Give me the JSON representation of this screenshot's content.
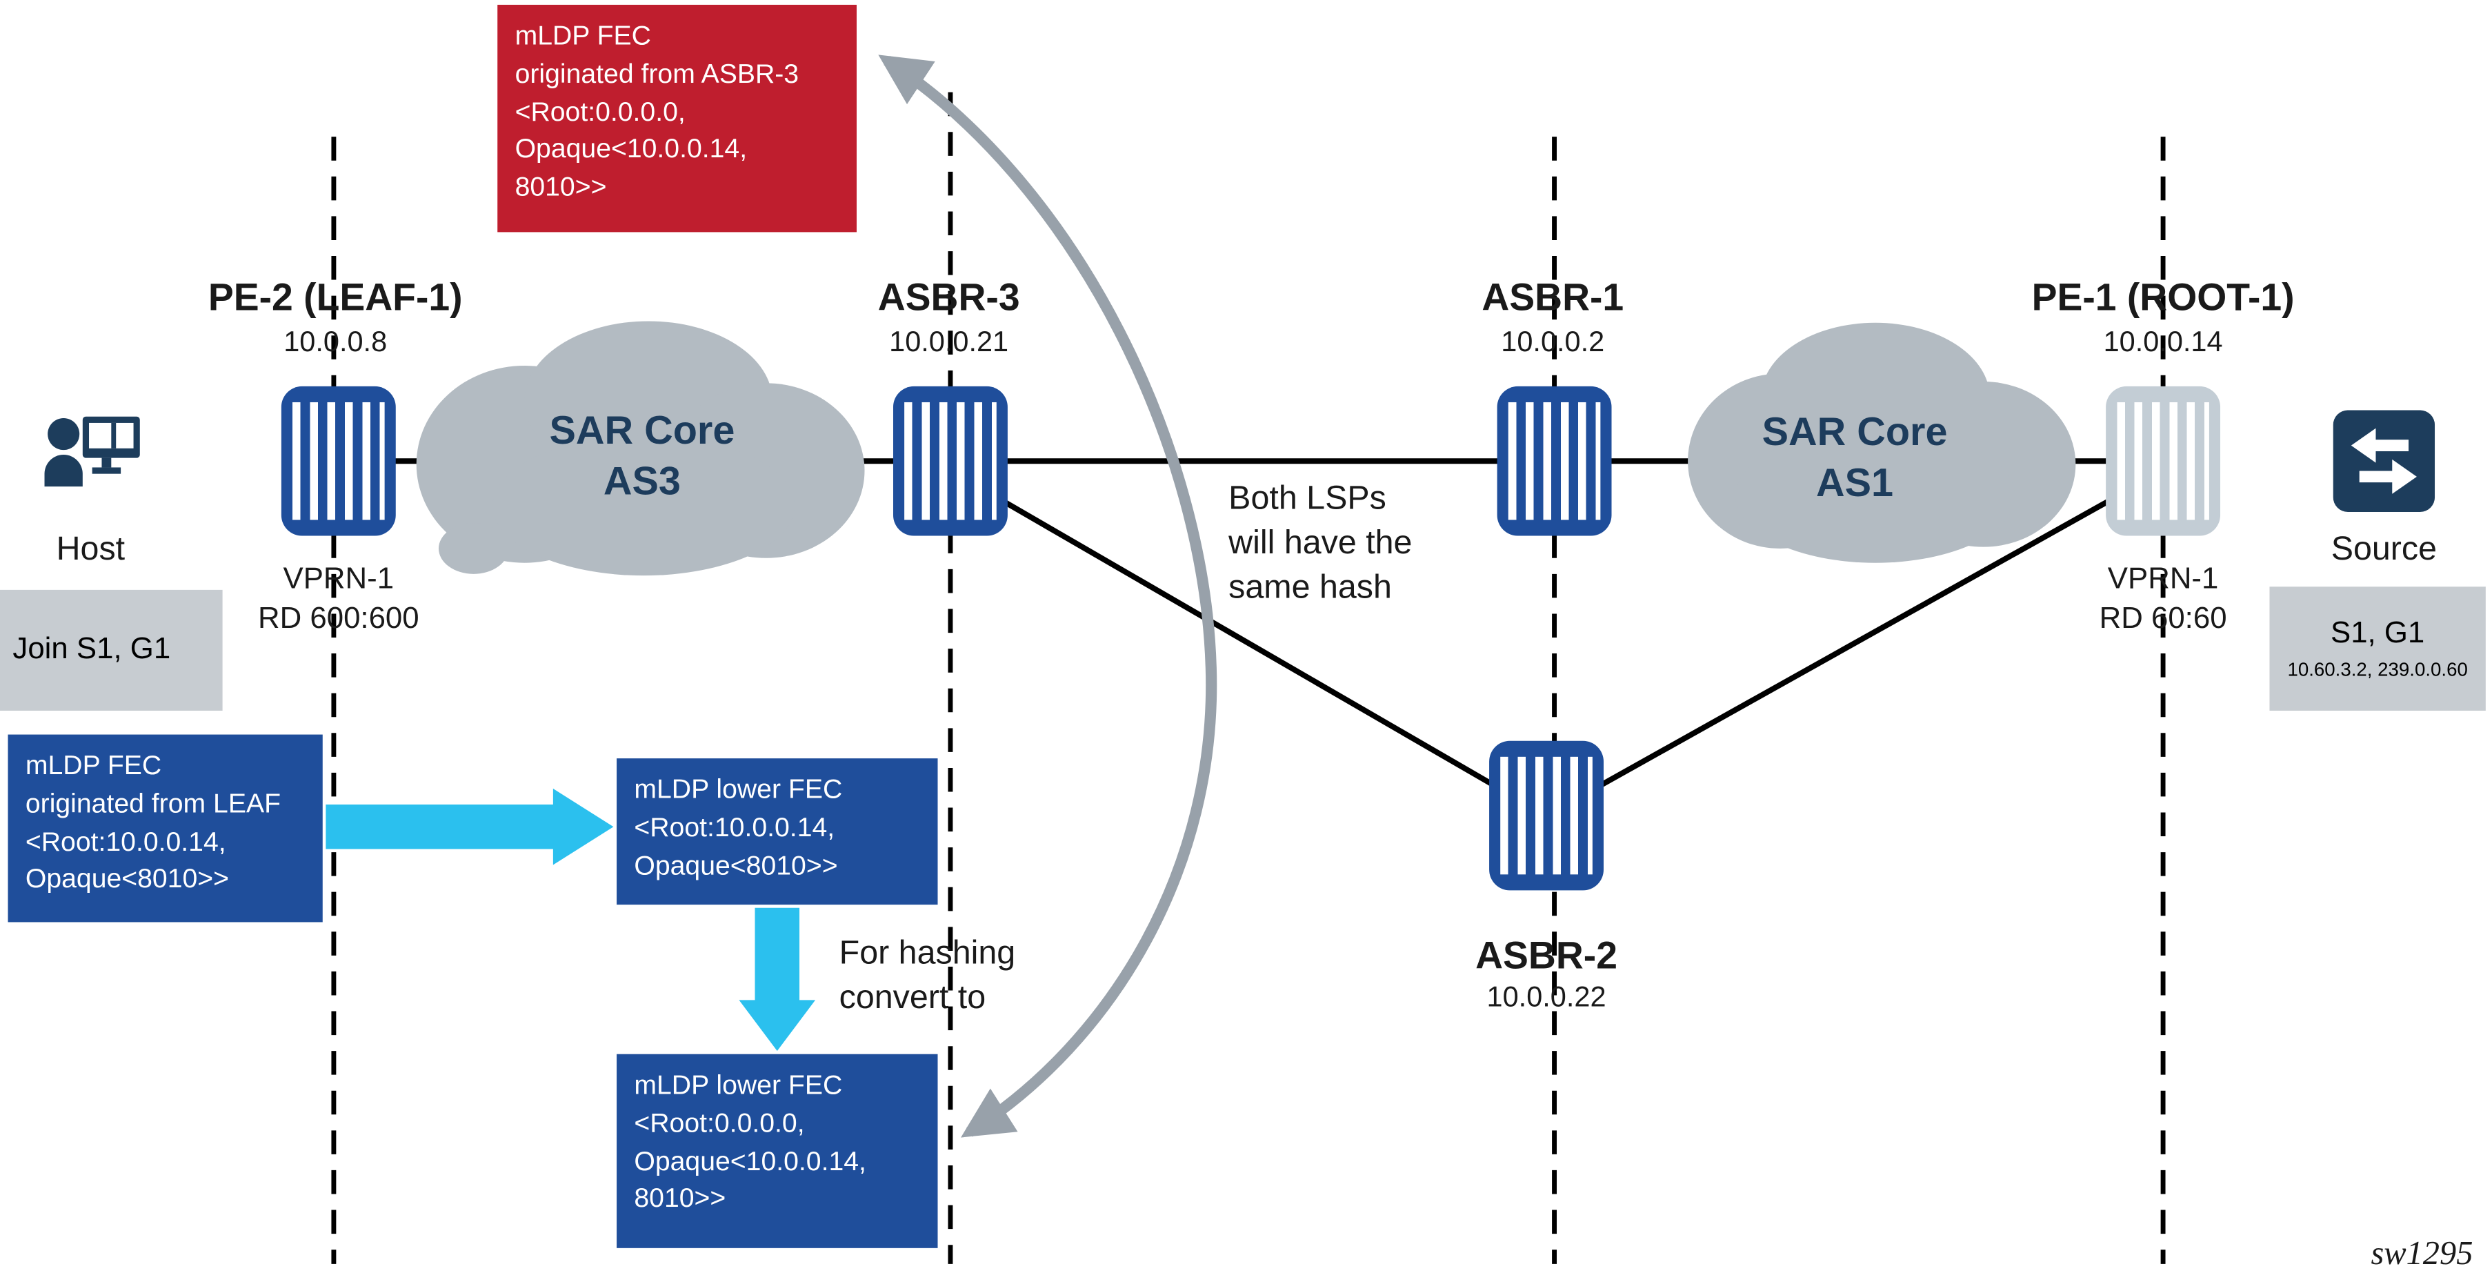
{
  "figure": {
    "id": "sw1295"
  },
  "nodes": {
    "pe2": {
      "name": "PE-2 (LEAF-1)",
      "ip": "10.0.0.8",
      "vprn": "VPRN-1\nRD 600:600"
    },
    "asbr3": {
      "name": "ASBR-3",
      "ip": "10.0.0.21"
    },
    "asbr1": {
      "name": "ASBR-1",
      "ip": "10.0.0.2"
    },
    "asbr2": {
      "name": "ASBR-2",
      "ip": "10.0.0.22"
    },
    "pe1": {
      "name": "PE-1 (ROOT-1)",
      "ip": "10.0.0.14",
      "vprn": "VPRN-1\nRD 60:60"
    }
  },
  "clouds": {
    "as3": "SAR Core\nAS3",
    "as1": "SAR Core\nAS1"
  },
  "endpoints": {
    "host_label": "Host",
    "join_label": "Join S1, G1",
    "source_label": "Source",
    "sg_title": "S1, G1",
    "sg_detail": "10.60.3.2, 239.0.0.60"
  },
  "callouts": {
    "asbr3_fec": "mLDP FEC\noriginated from ASBR-3\n<Root:0.0.0.0,\nOpaque<10.0.0.14,\n8010>>",
    "leaf_fec": "mLDP FEC\noriginated from LEAF\n<Root:10.0.0.14,\nOpaque<8010>>",
    "lower_fec_root": "mLDP lower FEC\n<Root:10.0.0.14,\nOpaque<8010>>",
    "lower_fec_hashed": "mLDP lower FEC\n<Root:0.0.0.0,\nOpaque<10.0.0.14,\n8010>>",
    "hash_note": "Both LSPs\nwill have the\nsame hash",
    "convert_note": "For hashing\nconvert to"
  },
  "colors": {
    "callout_red": "#bf1e2e",
    "callout_blue": "#1f4e9b",
    "router_blue": "#1f4e9b",
    "router_gray": "#c3cdd5",
    "cloud_gray": "#b3bbc2",
    "arrow_cyan": "#2bc0ee",
    "arrow_gray": "#98a1aa",
    "icon_navy": "#1d3d5c",
    "label_gray": "#c7ccd1"
  }
}
